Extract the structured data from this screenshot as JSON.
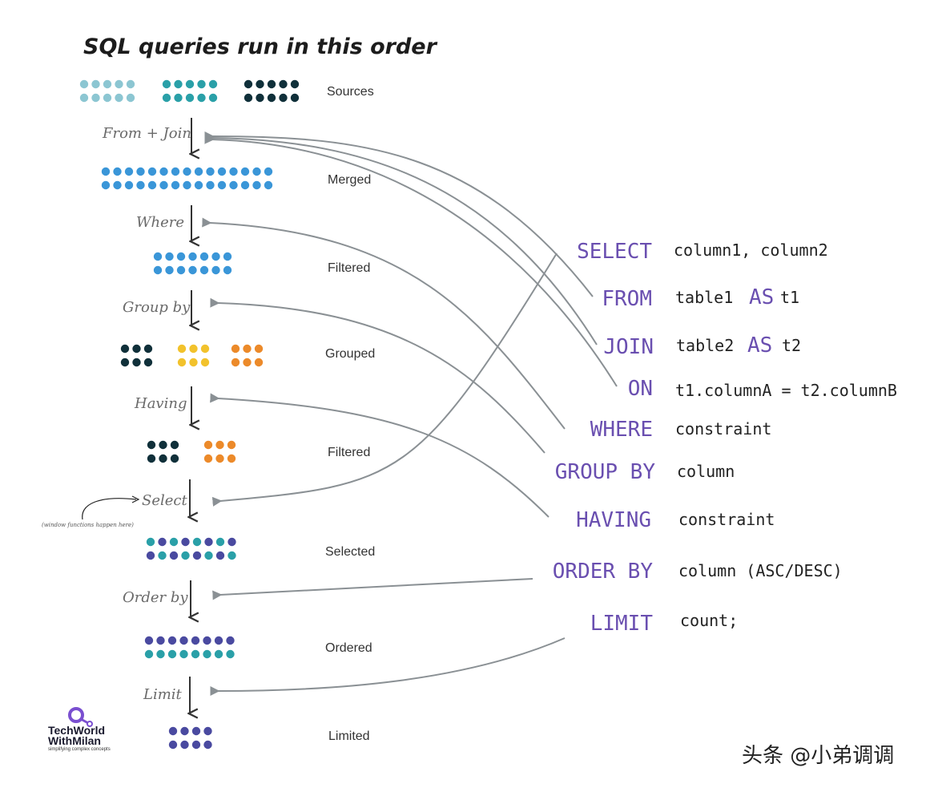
{
  "title": "SQL queries run in this order",
  "colors": {
    "light_teal": "#8cc6d2",
    "teal": "#2aa0a8",
    "dark_navy": "#10303a",
    "blue": "#3a96d8",
    "yellow": "#f2c22c",
    "orange": "#ec8a2a",
    "purple": "#4a4aa0",
    "keyword": "#6a4fb0",
    "connector": "#8a9094"
  },
  "stages": [
    {
      "label": "Sources"
    },
    {
      "label": "Merged"
    },
    {
      "label": "Filtered"
    },
    {
      "label": "Grouped"
    },
    {
      "label": "Filtered"
    },
    {
      "label": "Selected"
    },
    {
      "label": "Ordered"
    },
    {
      "label": "Limited"
    }
  ],
  "steps": [
    {
      "label": "From + Join"
    },
    {
      "label": "Where"
    },
    {
      "label": "Group by"
    },
    {
      "label": "Having"
    },
    {
      "label": "Select"
    },
    {
      "label": "Order by"
    },
    {
      "label": "Limit"
    }
  ],
  "window_note": "(window functions happen here)",
  "query": [
    {
      "keyword": "SELECT",
      "text": "column1, column2"
    },
    {
      "keyword": "FROM",
      "text": "table1",
      "as": "AS",
      "alias": "t1"
    },
    {
      "keyword": "JOIN",
      "text": "table2",
      "as": "AS",
      "alias": "t2"
    },
    {
      "keyword": "ON",
      "text": "t1.columnA = t2.columnB"
    },
    {
      "keyword": "WHERE",
      "text": "constraint"
    },
    {
      "keyword": "GROUP BY",
      "text": "column"
    },
    {
      "keyword": "HAVING",
      "text": "constraint"
    },
    {
      "keyword": "ORDER BY",
      "text": "column (ASC/DESC)"
    },
    {
      "keyword": "LIMIT",
      "text": "count;"
    }
  ],
  "logo": {
    "line1": "TechWorld",
    "line2": "WithMilan",
    "tagline": "simplifying complex concepts"
  },
  "watermark": "头条 @小弟调调"
}
